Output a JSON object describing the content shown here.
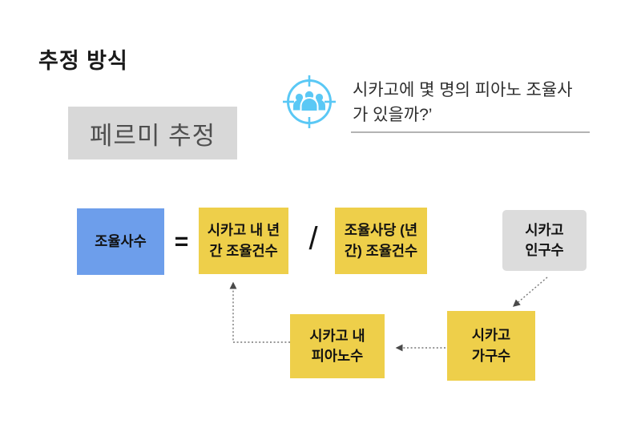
{
  "slide": {
    "title": "추정 방식",
    "method_label": "페르미 추정",
    "question": {
      "line1": "시카고에 몇 명의 피아노 조율사",
      "line2": "가 있을까?’"
    }
  },
  "diagram": {
    "equals": "=",
    "divide": "/",
    "nodes": {
      "tuner_count": {
        "lines": [
          "조율사수"
        ],
        "color": "#6d9eeb"
      },
      "annual_tunings": {
        "lines": [
          "시카고 내 년",
          "간 조율건수"
        ],
        "color": "#eecf4a"
      },
      "tunings_per_tuner": {
        "lines": [
          "조율사당 (년",
          "간) 조율건수"
        ],
        "color": "#eecf4a"
      },
      "population": {
        "lines": [
          "시카고",
          "인구수"
        ],
        "color": "#dcdcdc"
      },
      "households": {
        "lines": [
          "시카고",
          "가구수"
        ],
        "color": "#eecf4a"
      },
      "pianos": {
        "lines": [
          "시카고 내",
          "피아노수"
        ],
        "color": "#eecf4a"
      }
    },
    "flow_note": "인구수 → 가구수 → 피아노수 → 년간 조율건수 (dotted arrows)"
  },
  "icons": {
    "audience": "people-target-icon"
  },
  "colors": {
    "accent_blue": "#6d9eeb",
    "accent_yellow": "#eecf4a",
    "neutral_gray": "#dcdcdc",
    "method_box_gray": "#d8d8d8",
    "icon_blue": "#5ac8f5",
    "arrow_gray": "#767676",
    "underline_gray": "#b3b3b3"
  }
}
